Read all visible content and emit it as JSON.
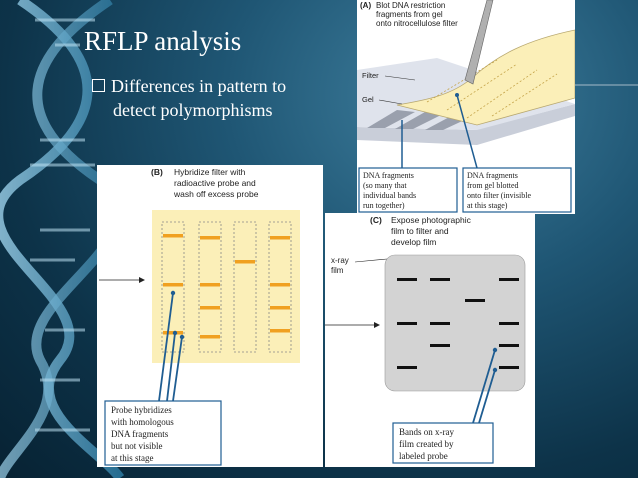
{
  "slide": {
    "title": "RFLP analysis",
    "bullet": "Differences in pattern to detect polymorphisms",
    "bullet_line1": "Differences in pattern to",
    "bullet_line2": "detect polymorphisms"
  },
  "panel_a": {
    "tag": "(A)",
    "heading_lines": [
      "Blot DNA restriction",
      "fragments from gel",
      "onto nitrocellulose filter"
    ],
    "label_filter": "Filter",
    "label_gel": "Gel",
    "callout_left": [
      "DNA fragments",
      "(so many that",
      "individual bands",
      "run together)"
    ],
    "callout_right": [
      "DNA fragments",
      "from gel blotted",
      "onto filter (invisible",
      "at this stage)"
    ]
  },
  "panel_b": {
    "tag": "(B)",
    "heading_lines": [
      "Hybridize filter with",
      "radioactive probe and",
      "wash off excess probe"
    ],
    "callout": [
      "Probe hybridizes",
      "with homologous",
      "DNA fragments",
      "but not visible",
      "at this stage"
    ]
  },
  "panel_c": {
    "tag": "(C)",
    "heading_lines": [
      "Expose photographic",
      "film to filter and",
      "develop film"
    ],
    "label_film": [
      "x-ray",
      "film"
    ],
    "callout": [
      "Bands on x-ray",
      "film created by",
      "labeled probe"
    ]
  },
  "colors": {
    "background": "#1f5674",
    "filter_yellow": "#fbefb8",
    "band_orange": "#f0a020",
    "callout_blue": "#1f5d92",
    "film_gray": "#d3d3d3"
  }
}
